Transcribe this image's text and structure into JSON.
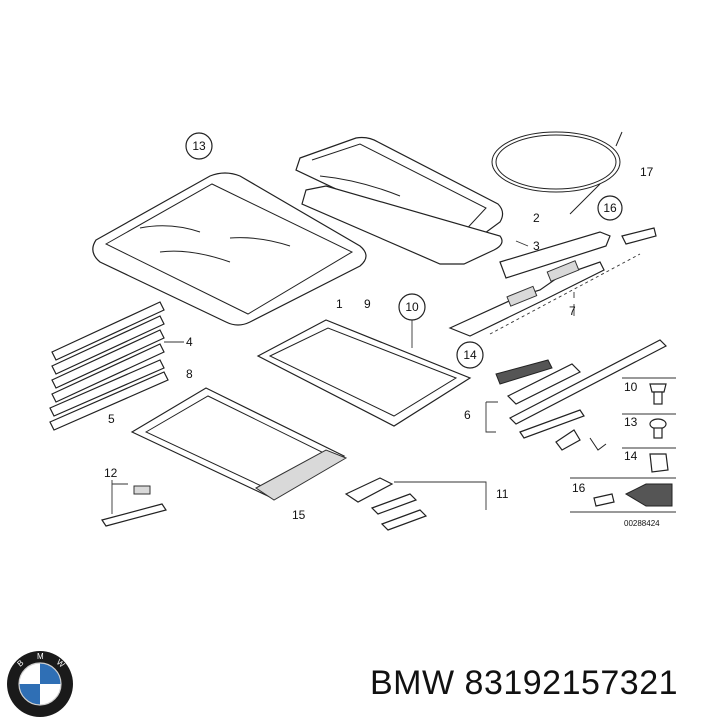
{
  "diagram": {
    "doc_number": "00288424",
    "callouts": {
      "c1": "1",
      "c2": "2",
      "c3": "3",
      "c4": "4",
      "c5": "5",
      "c6": "6",
      "c7": "7",
      "c8": "8",
      "c9": "9",
      "c10": "10",
      "c11": "11",
      "c12": "12",
      "c13": "13",
      "c14": "14",
      "c15": "15",
      "c16": "16",
      "c17": "17"
    },
    "legend": {
      "l10": "10",
      "l13": "13",
      "l14": "14",
      "l16": "16"
    }
  },
  "caption": {
    "brand": "BMW",
    "part_number": "83192157321",
    "full": "BMW 83192157321"
  },
  "logo": {
    "colors": {
      "ring": "#1a1a1a",
      "blue": "#2f6fb5",
      "white": "#ffffff"
    }
  }
}
